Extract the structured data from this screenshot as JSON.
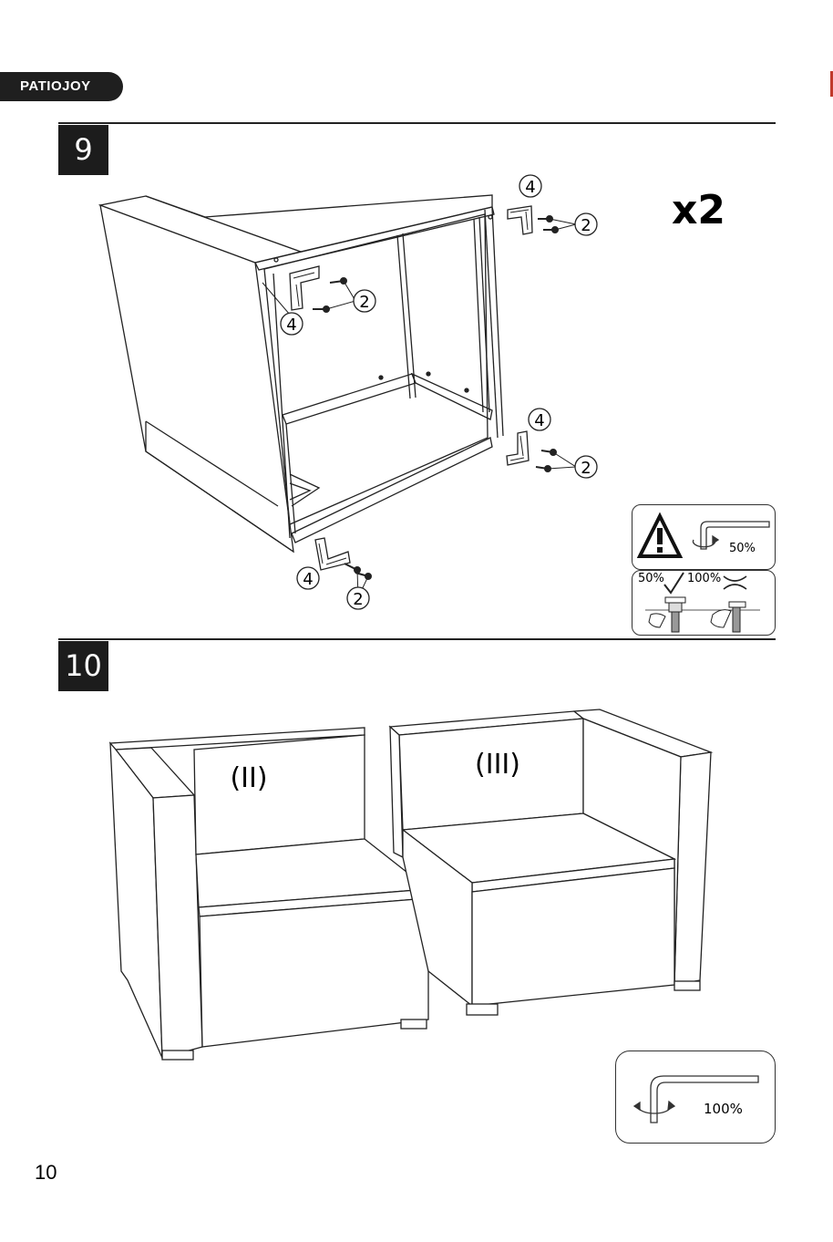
{
  "brand": {
    "logo_text": "PATIOJOY"
  },
  "steps": [
    {
      "number": "9",
      "multiplier": "x2",
      "callouts": {
        "bracket": "4",
        "screw": "2"
      },
      "warning": {
        "torque_first": "50%",
        "ok_label": "50%",
        "bad_label": "100%"
      }
    },
    {
      "number": "10",
      "labels": {
        "left_chair": "(II)",
        "right_chair": "(III)"
      },
      "torque_final": "100%"
    }
  ],
  "page": {
    "number": "10"
  },
  "colors": {
    "dark": "#1c1c1c",
    "line": "#222222",
    "accent": "#c0392b"
  }
}
